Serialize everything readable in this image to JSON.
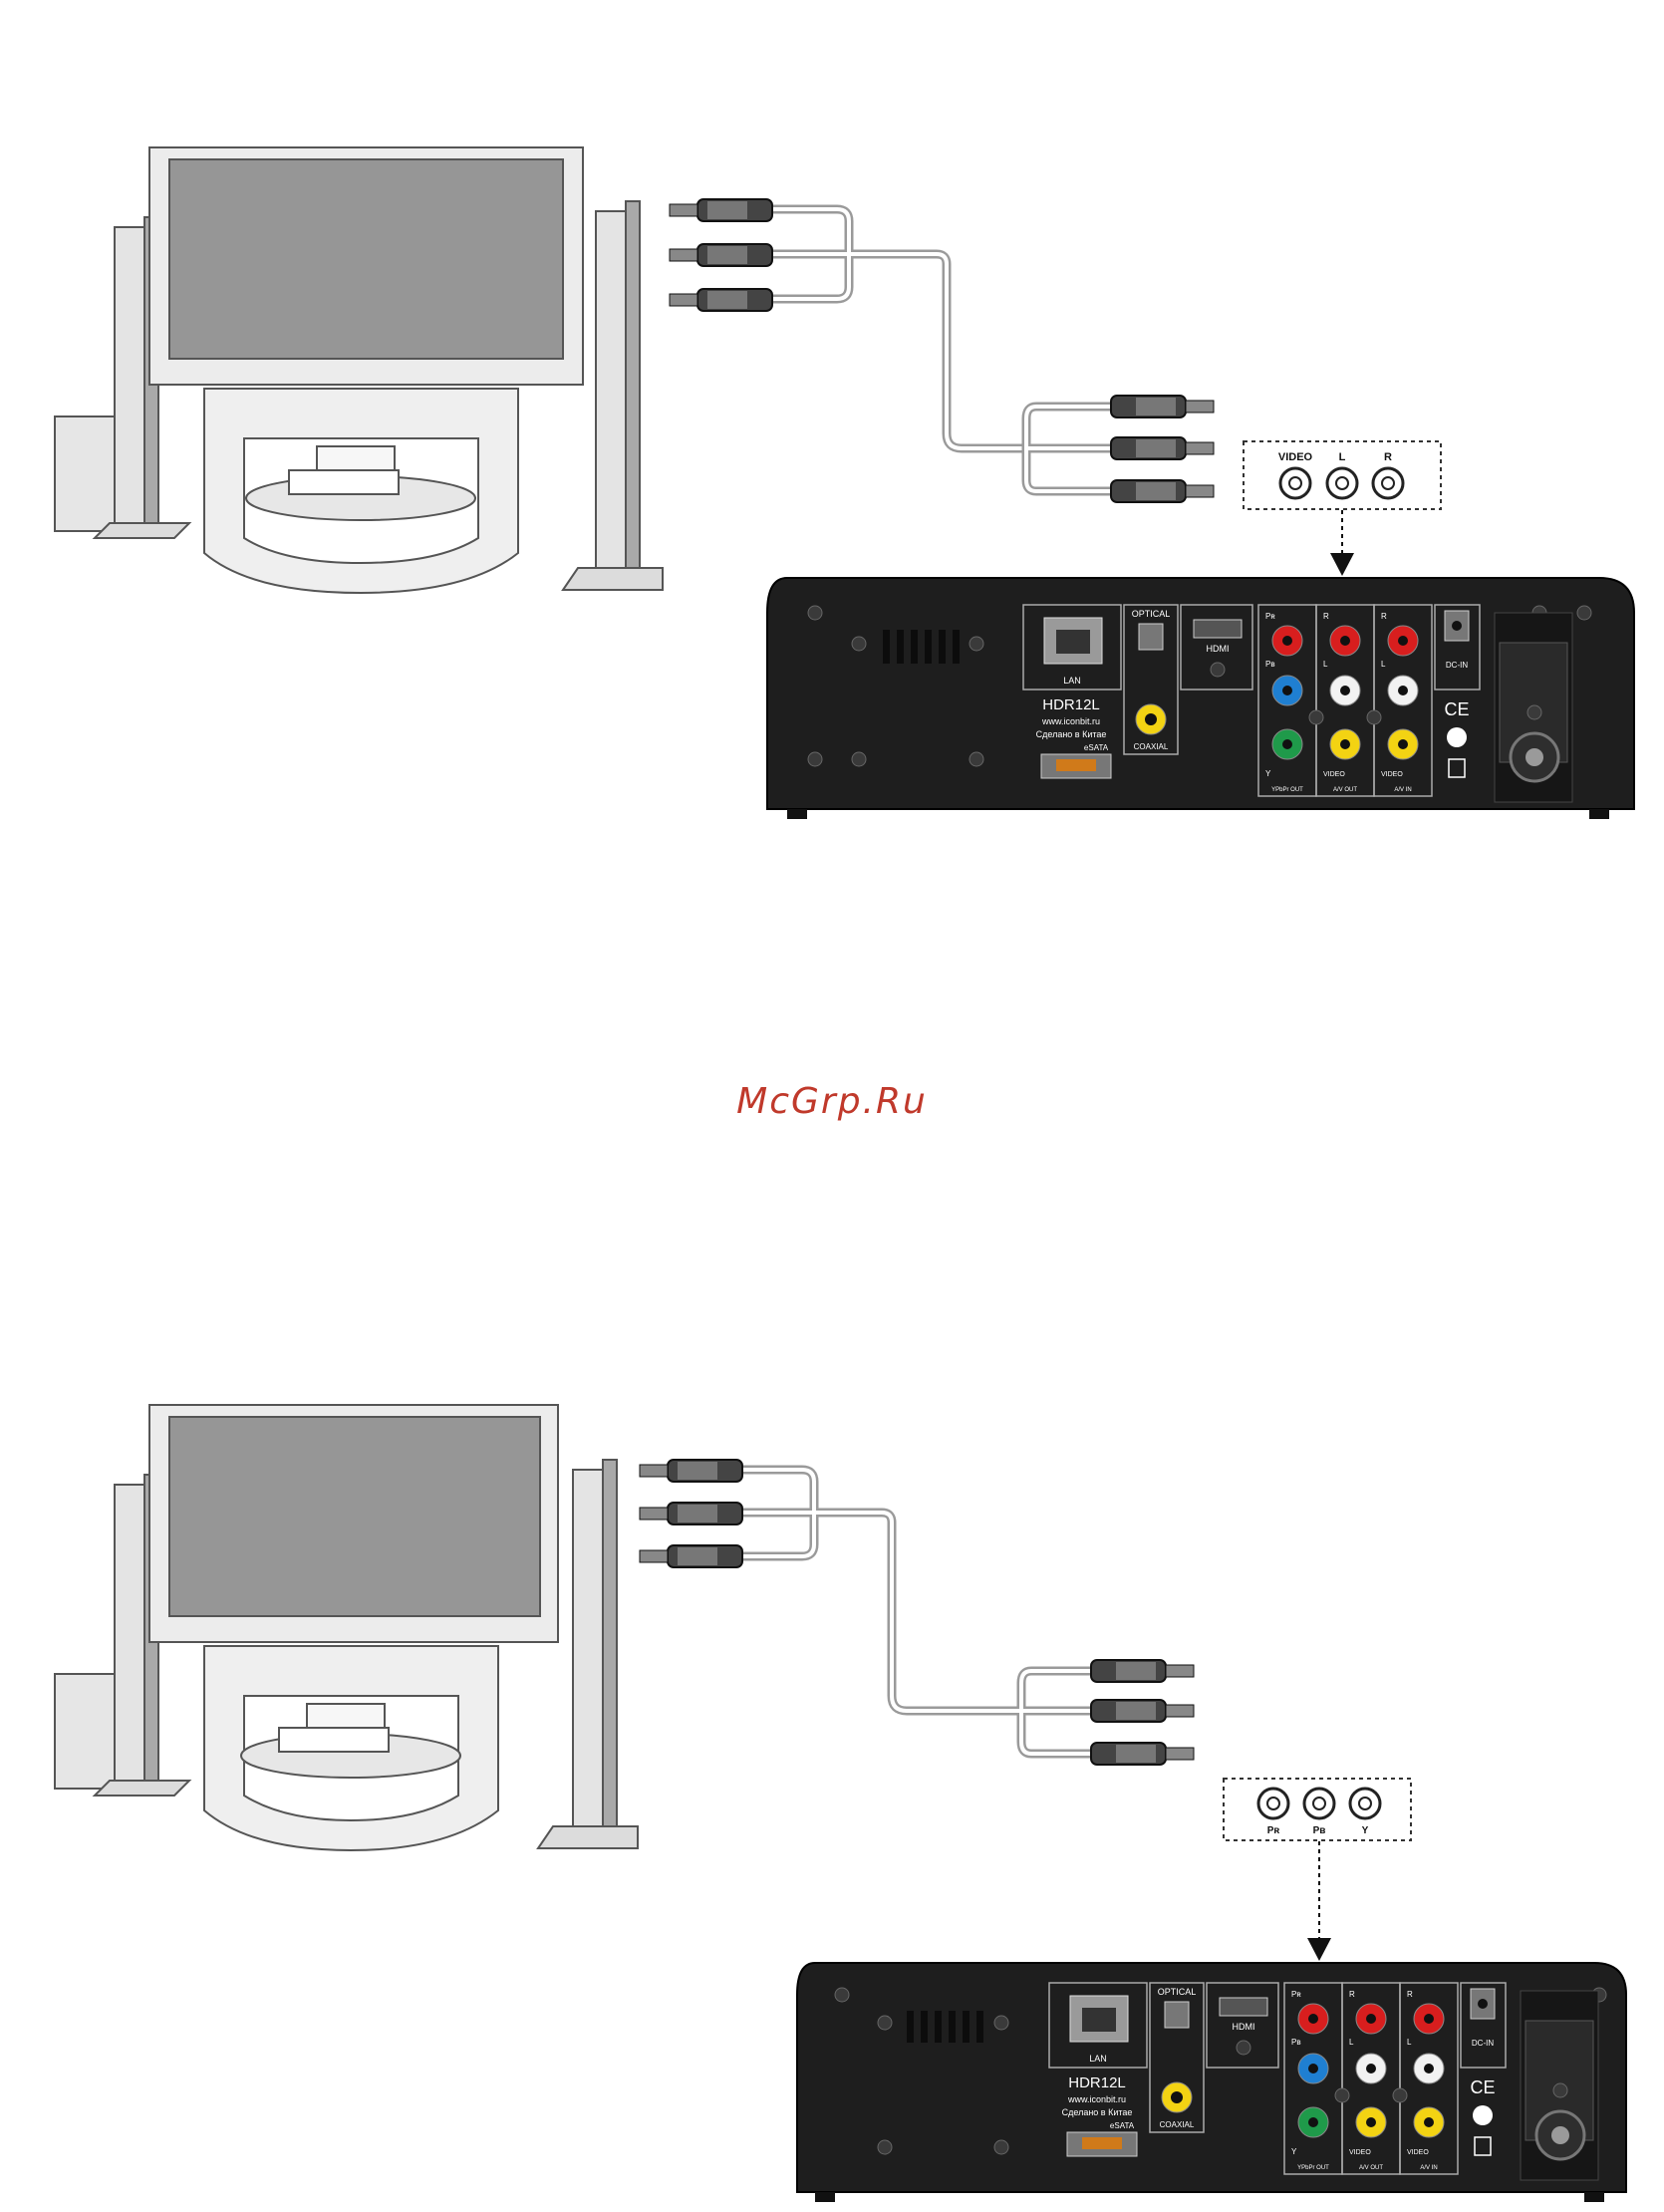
{
  "watermark": "McGrp.Ru",
  "colors": {
    "red": "#d81e1e",
    "white": "#f2f2f2",
    "yellow": "#f3d313",
    "blue": "#1f7fd1",
    "green": "#1f9a4a",
    "device": "#1e1e1e",
    "tv_screen": "#969696",
    "arrow": "#111111"
  },
  "device": {
    "lan": "LAN",
    "optical": "OPTICAL",
    "hdmi": "HDMI",
    "model": "HDR12L",
    "website": "www.iconbit.ru",
    "made_in": "Сделано в Китае",
    "esata": "eSATA",
    "coaxial": "COAXIAL",
    "pr": "Pʀ",
    "pb": "Pʙ",
    "y": "Y",
    "r": "R",
    "l": "L",
    "video": "VIDEO",
    "ypbpr_out": "YPbPr OUT",
    "av_out": "A/V OUT",
    "av_in": "A/V IN",
    "dc_in": "DC-IN",
    "ce": "CE"
  },
  "panels": [
    {
      "connector_labels": [
        "VIDEO",
        "L",
        "R"
      ]
    },
    {
      "connector_labels": [
        "Pʀ",
        "Pʙ",
        "Y"
      ]
    }
  ]
}
